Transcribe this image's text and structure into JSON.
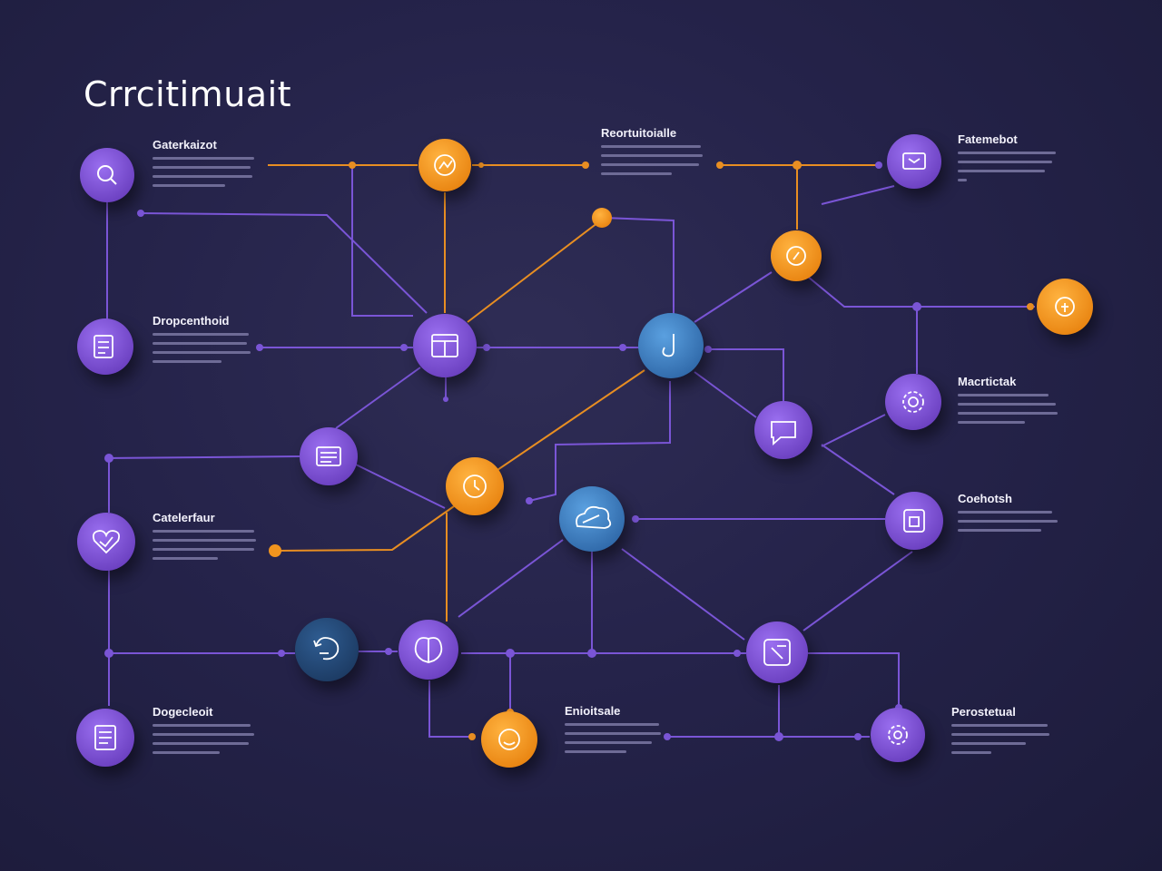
{
  "title": "Crrcitimuait",
  "colors": {
    "background": "#25234a",
    "purple": "#7b4fcf",
    "orange": "#f0941e",
    "blue": "#3d7fc0",
    "navy": "#254a78",
    "edge_purple": "#7a55d6",
    "edge_orange": "#e88e22"
  },
  "labels": [
    {
      "id": "gatekeeper",
      "text": "Gaterkaizot"
    },
    {
      "id": "recruitable",
      "text": "Reortuitoialle"
    },
    {
      "id": "fatemebot",
      "text": "Fatemebot"
    },
    {
      "id": "dropcenthoid",
      "text": "Dropcenthoid"
    },
    {
      "id": "macrtictak",
      "text": "Macrtictak"
    },
    {
      "id": "coehotsh",
      "text": "Coehotsh"
    },
    {
      "id": "catelerfaur",
      "text": "Catelerfaur"
    },
    {
      "id": "dogecleoit",
      "text": "Dogecleoit"
    },
    {
      "id": "enioitsale",
      "text": "Enioitsale"
    },
    {
      "id": "perostetual",
      "text": "Perostetual"
    }
  ],
  "nodes": [
    {
      "id": "n-search",
      "icon": "search-icon",
      "color": "purple"
    },
    {
      "id": "n-top-orange",
      "icon": "chart-icon",
      "color": "orange"
    },
    {
      "id": "n-top-right",
      "icon": "screen-icon",
      "color": "purple"
    },
    {
      "id": "n-doc-left",
      "icon": "document-icon",
      "color": "purple"
    },
    {
      "id": "n-center-purple",
      "icon": "window-icon",
      "color": "purple"
    },
    {
      "id": "n-center-blue",
      "icon": "hook-icon",
      "color": "blue"
    },
    {
      "id": "n-mid-orange",
      "icon": "compass-icon",
      "color": "orange"
    },
    {
      "id": "n-right-orange",
      "icon": "lock-icon",
      "color": "orange"
    },
    {
      "id": "n-gear",
      "icon": "gear-icon",
      "color": "purple"
    },
    {
      "id": "n-chat",
      "icon": "chat-icon",
      "color": "purple"
    },
    {
      "id": "n-list",
      "icon": "list-icon",
      "color": "purple"
    },
    {
      "id": "n-clock",
      "icon": "clock-icon",
      "color": "orange"
    },
    {
      "id": "n-cloud",
      "icon": "cloud-icon",
      "color": "blue"
    },
    {
      "id": "n-box",
      "icon": "box-icon",
      "color": "purple"
    },
    {
      "id": "n-heart",
      "icon": "heart-icon",
      "color": "purple"
    },
    {
      "id": "n-refresh",
      "icon": "refresh-icon",
      "color": "navy"
    },
    {
      "id": "n-brain",
      "icon": "brain-icon",
      "color": "purple"
    },
    {
      "id": "n-tag",
      "icon": "tag-icon",
      "color": "purple"
    },
    {
      "id": "n-doc-bottom",
      "icon": "notes-icon",
      "color": "purple"
    },
    {
      "id": "n-smile",
      "icon": "smile-icon",
      "color": "orange"
    },
    {
      "id": "n-cog-bottom",
      "icon": "cog-icon",
      "color": "purple"
    }
  ]
}
